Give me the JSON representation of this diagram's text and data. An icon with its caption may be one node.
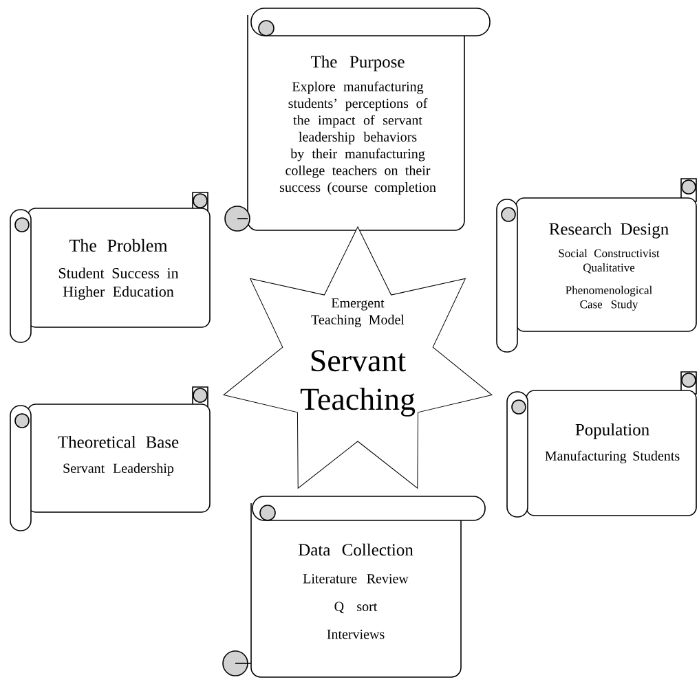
{
  "diagram": {
    "nodes": [
      {
        "text": [
          "The Purpose",
          "Explore manufacturing students’ perceptions of the impact of servant leadership behaviors by their manufacturing college teachers on their success (course completion"
        ]
      },
      {
        "text": [
          "The Problem",
          "Student Success in Higher Education"
        ]
      },
      {
        "text": [
          "Research Design",
          "Social Constructivist Qualitative",
          "Phenomenological Case Study"
        ]
      },
      {
        "text": [
          "Emergent Teaching Model",
          "Servant Teaching"
        ]
      },
      {
        "text": [
          "Theoretical Base",
          "Servant Leadership"
        ]
      },
      {
        "text": [
          "Population",
          "Manufacturing Students"
        ]
      },
      {
        "text": [
          "Data Collection",
          "Literature Review",
          "Q sort",
          "Interviews"
        ]
      }
    ]
  }
}
